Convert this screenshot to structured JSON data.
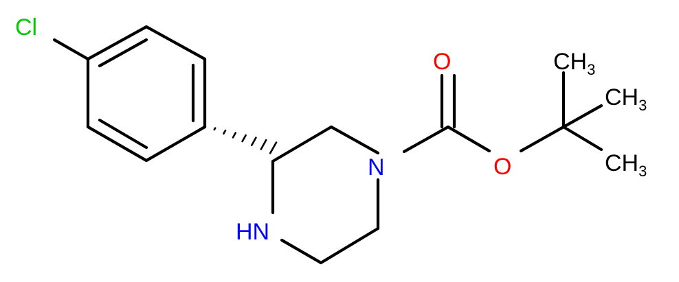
{
  "molecule": {
    "atoms": {
      "chlorine": "Cl",
      "nitrogen_carbamate": "N",
      "nitrogen_amine": "HN",
      "oxygen_carbonyl": "O",
      "oxygen_ester": "O",
      "methyl_top": "CH",
      "methyl_middle": "CH",
      "methyl_bottom": "CH",
      "methyl_subscript": "3"
    },
    "colors": {
      "bond": "#000000",
      "carbon_text": "#000000",
      "chlorine": "#00cc00",
      "nitrogen": "#0000ff",
      "oxygen": "#ff0000"
    }
  }
}
